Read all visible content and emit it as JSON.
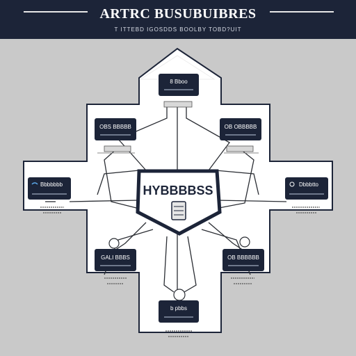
{
  "header": {
    "title": "ARTRC BUSUBUIBRES",
    "subtitle": "T ITTEBD IGOSDDS BOOLBY TOBD?UIT"
  },
  "hub": {
    "label": "HYBBBBSS"
  },
  "nodes": [
    {
      "id": "top",
      "label": "8 Bboo",
      "caption": "",
      "caption2": ""
    },
    {
      "id": "upper-left",
      "label": "OBS BBBBB",
      "caption": "",
      "caption2": ""
    },
    {
      "id": "upper-right",
      "label": "OB OBBBBB",
      "caption": "",
      "caption2": ""
    },
    {
      "id": "left",
      "label": "Bbbbbbb",
      "caption": "",
      "caption2": ""
    },
    {
      "id": "right",
      "label": "Dbbbtto",
      "caption": "",
      "caption2": ""
    },
    {
      "id": "lower-left",
      "label": "GALI BBBS",
      "caption": "",
      "caption2": ""
    },
    {
      "id": "lower-right",
      "label": "OB BBBBBB",
      "caption": "",
      "caption2": ""
    },
    {
      "id": "bottom",
      "label": "b pbbs",
      "caption": "",
      "caption2": ""
    }
  ],
  "colors": {
    "navy": "#1c2438",
    "panel": "#ffffff",
    "background": "#c9c9c9",
    "line": "#2a2d33"
  }
}
